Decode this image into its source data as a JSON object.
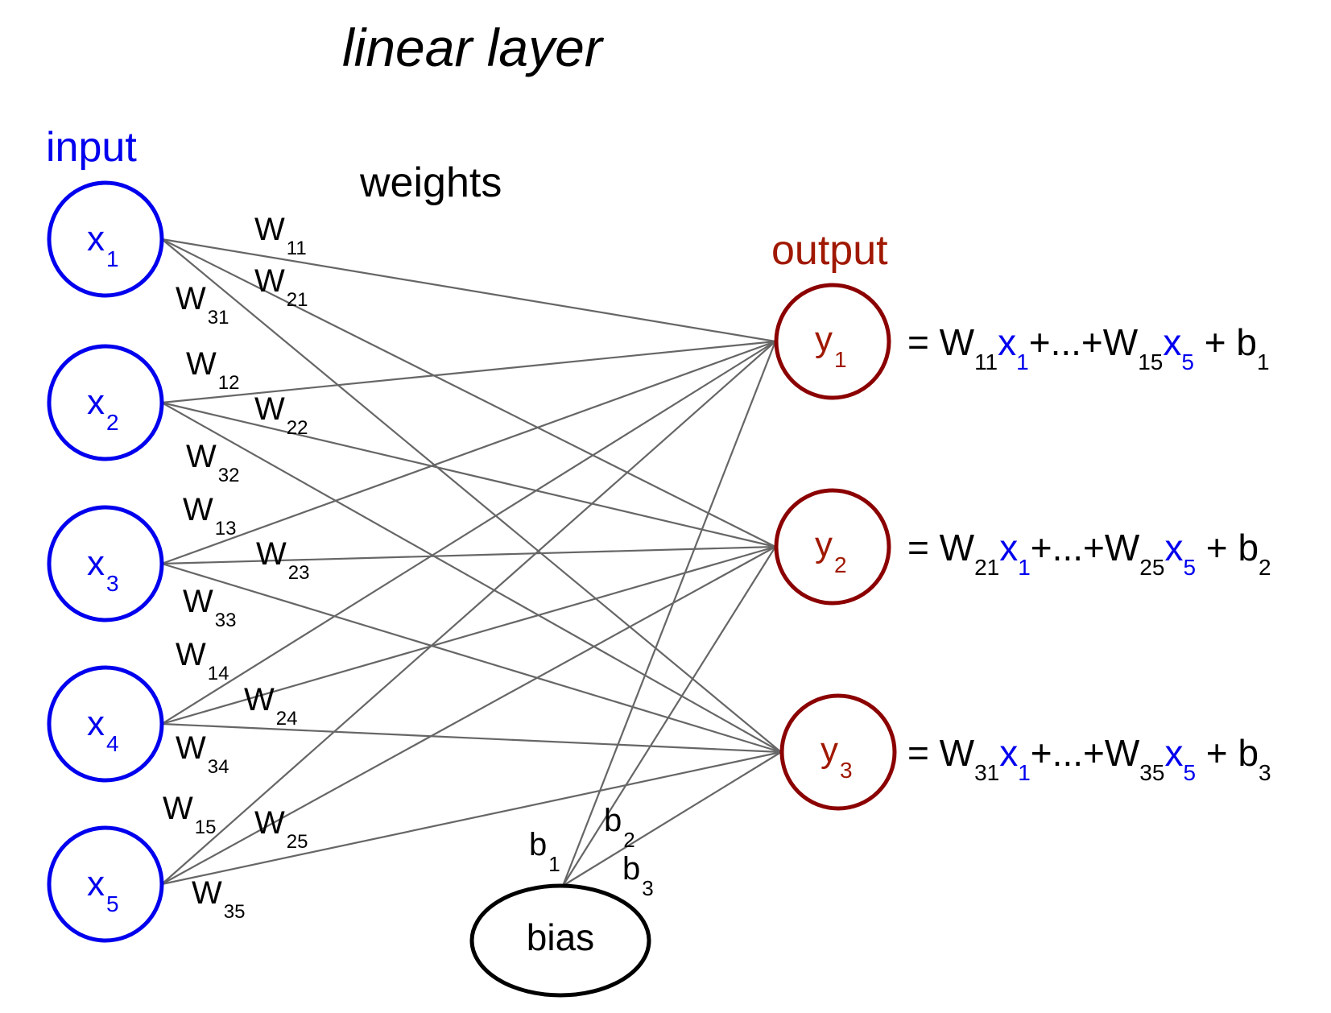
{
  "title": "linear layer",
  "section_labels": {
    "input": "input",
    "weights": "weights",
    "output": "output"
  },
  "colors": {
    "input": "#0000ee",
    "output_circle": "#8b0000",
    "output_text": "#a01800",
    "edge": "#666666",
    "text": "#000000"
  },
  "inputs": [
    {
      "base": "x",
      "sub": "1"
    },
    {
      "base": "x",
      "sub": "2"
    },
    {
      "base": "x",
      "sub": "3"
    },
    {
      "base": "x",
      "sub": "4"
    },
    {
      "base": "x",
      "sub": "5"
    }
  ],
  "outputs": [
    {
      "base": "y",
      "sub": "1"
    },
    {
      "base": "y",
      "sub": "2"
    },
    {
      "base": "y",
      "sub": "3"
    }
  ],
  "bias": {
    "label": "bias",
    "edges": [
      {
        "base": "b",
        "sub": "1"
      },
      {
        "base": "b",
        "sub": "2"
      },
      {
        "base": "b",
        "sub": "3"
      }
    ]
  },
  "weight_labels": [
    {
      "base": "W",
      "sub": "11"
    },
    {
      "base": "W",
      "sub": "21"
    },
    {
      "base": "W",
      "sub": "31"
    },
    {
      "base": "W",
      "sub": "12"
    },
    {
      "base": "W",
      "sub": "22"
    },
    {
      "base": "W",
      "sub": "32"
    },
    {
      "base": "W",
      "sub": "13"
    },
    {
      "base": "W",
      "sub": "23"
    },
    {
      "base": "W",
      "sub": "33"
    },
    {
      "base": "W",
      "sub": "14"
    },
    {
      "base": "W",
      "sub": "24"
    },
    {
      "base": "W",
      "sub": "34"
    },
    {
      "base": "W",
      "sub": "15"
    },
    {
      "base": "W",
      "sub": "25"
    },
    {
      "base": "W",
      "sub": "35"
    }
  ],
  "equations": [
    {
      "eq": "= W",
      "w1": "11",
      "x1": "x",
      "x1sub": "1",
      "mid": "+...+W",
      "w2": "15",
      "x2": "x",
      "x2sub": "5",
      "plus_b": " + b",
      "bsub": "1"
    },
    {
      "eq": "= W",
      "w1": "21",
      "x1": "x",
      "x1sub": "1",
      "mid": "+...+W",
      "w2": "25",
      "x2": "x",
      "x2sub": "5",
      "plus_b": " + b",
      "bsub": "2"
    },
    {
      "eq": "= W",
      "w1": "31",
      "x1": "x",
      "x1sub": "1",
      "mid": "+...+W",
      "w2": "35",
      "x2": "x",
      "x2sub": "5",
      "plus_b": " + b",
      "bsub": "3"
    }
  ]
}
